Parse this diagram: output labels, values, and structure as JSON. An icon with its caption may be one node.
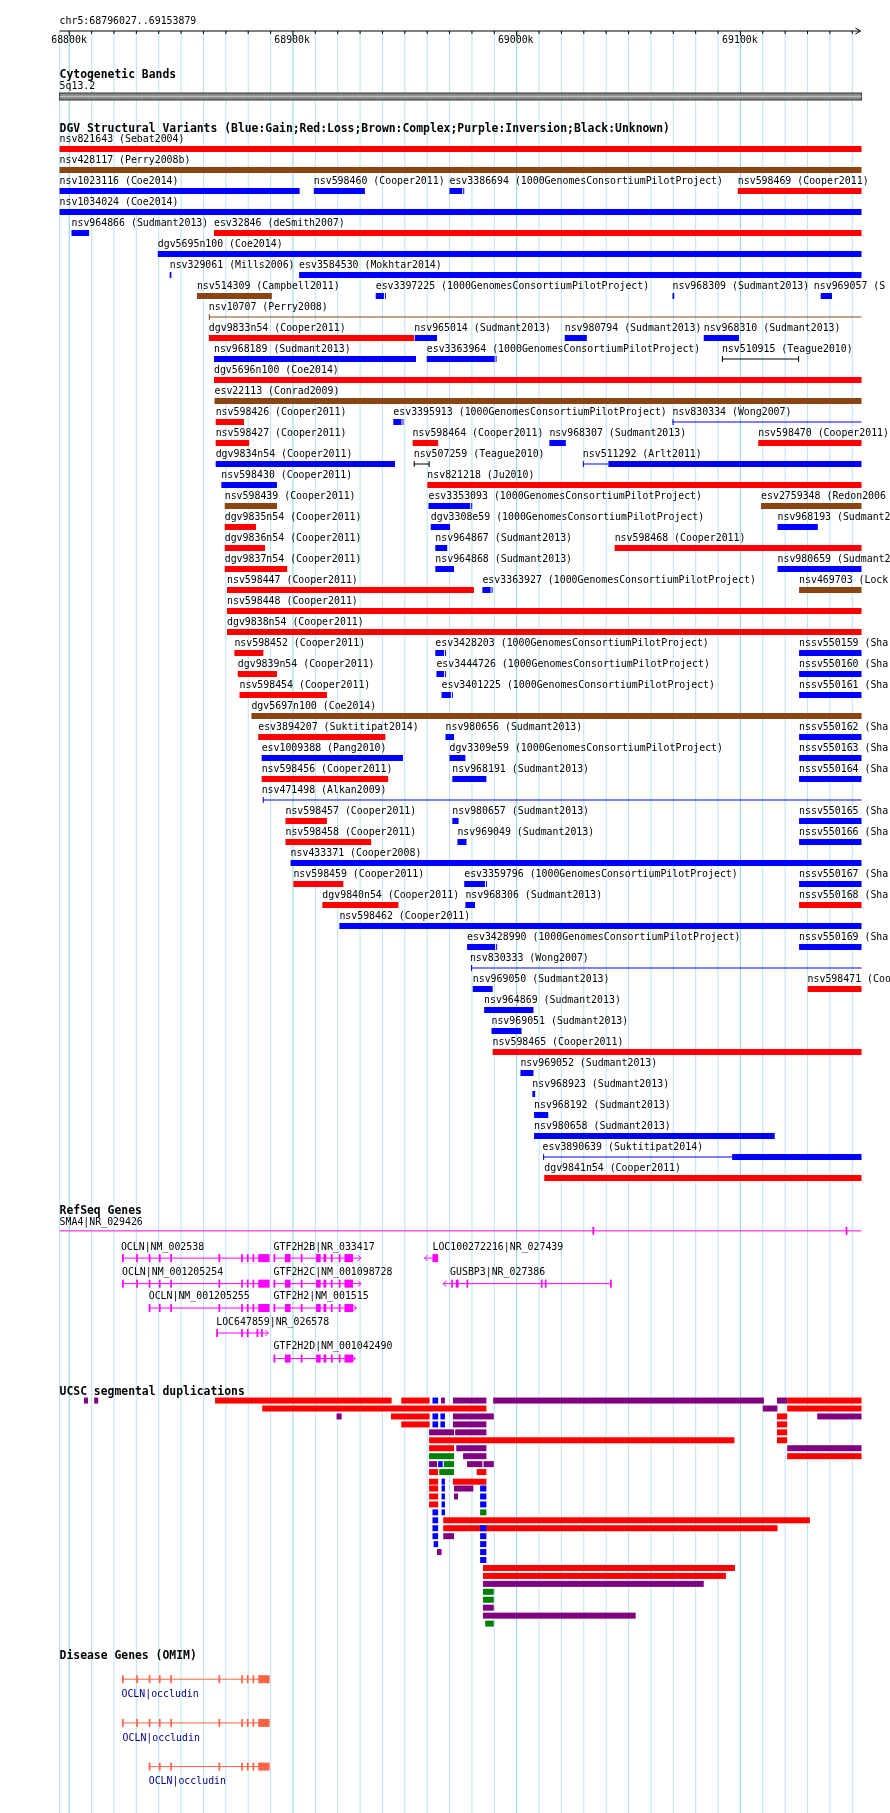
{
  "diagram": {
    "labels": [
      "chr5:68796027..69153879",
      "68800k",
      "68900k",
      "69000k",
      "69100k",
      "Cytogenetic Bands",
      "5q13.2",
      "DGV Structural Variants (Blue:Gain;Red:Loss;Brown:Complex;Purple:Inversion;Black:Unknown)",
      "nsv821643 (Sebat2004)",
      "nsv428117 (Perry2008b)",
      "nsv1023116 (Coe2014)",
      "nsv598460 (Cooper2011)",
      "esv3386694 (1000GenomesConsortiumPilotProject)",
      "nsv598469 (Cooper2011)",
      "nsv1034024 (Coe2014)",
      "nsv964866 (Sudmant2013)",
      "esv32846 (deSmith2007)",
      "dgv5695n100 (Coe2014)",
      "nsv329061 (Mills2006)",
      "esv3584530 (Mokhtar2014)",
      "nsv514309 (Campbell2011)",
      "esv3397225 (1000GenomesConsortiumPilotProject)",
      "nsv968309 (Sudmant2013)",
      "nsv969057 (S",
      "nsv10707 (Perry2008)",
      "dgv9833n54 (Cooper2011)",
      "nsv965014 (Sudmant2013)",
      "nsv980794 (Sudmant2013)",
      "nsv968310 (Sudmant2013)",
      "nsv968189 (Sudmant2013)",
      "esv3363964 (1000GenomesConsortiumPilotProject)",
      "nsv510915 (Teague2010)",
      "dgv5696n100 (Coe2014)",
      "esv22113 (Conrad2009)",
      "nsv598426 (Cooper2011)",
      "esv3395913 (1000GenomesConsortiumPilotProject)",
      "nsv830334 (Wong2007)",
      "nsv598427 (Cooper2011)",
      "nsv598464 (Cooper2011)",
      "nsv968307 (Sudmant2013)",
      "nsv598470 (Cooper2011)",
      "dgv9834n54 (Cooper2011)",
      "nsv507259 (Teague2010)",
      "nsv511292 (Arlt2011)",
      "nsv598430 (Cooper2011)",
      "nsv821218 (Ju2010)",
      "nsv598439 (Cooper2011)",
      "esv3353093 (1000GenomesConsortiumPilotProject)",
      "esv2759348 (Redon2006",
      "dgv9835n54 (Cooper2011)",
      "dgv3308e59 (1000GenomesConsortiumPilotProject)",
      "nsv968193 (Sudmant2",
      "dgv9836n54 (Cooper2011)",
      "nsv964867 (Sudmant2013)",
      "nsv598468 (Cooper2011)",
      "dgv9837n54 (Cooper2011)",
      "nsv964868 (Sudmant2013)",
      "nsv980659 (Sudmant2",
      "nsv598447 (Cooper2011)",
      "esv3363927 (1000GenomesConsortiumPilotProject)",
      "nsv469703 (Lock",
      "nsv598448 (Cooper2011)",
      "dgv9838n54 (Cooper2011)",
      "nsv598452 (Cooper2011)",
      "esv3428203 (1000GenomesConsortiumPilotProject)",
      "nssv550159 (Sha",
      "dgv9839n54 (Cooper2011)",
      "esv3444726 (1000GenomesConsortiumPilotProject)",
      "nssv550160 (Sha",
      "nsv598454 (Cooper2011)",
      "esv3401225 (1000GenomesConsortiumPilotProject)",
      "nssv550161 (Sha",
      "dgv5697n100 (Coe2014)",
      "esv3894207 (Suktitipat2014)",
      "nsv980656 (Sudmant2013)",
      "nssv550162 (Sha",
      "esv1009388 (Pang2010)",
      "dgv3309e59 (1000GenomesConsortiumPilotProject)",
      "nssv550163 (Sha",
      "nsv598456 (Cooper2011)",
      "nsv968191 (Sudmant2013)",
      "nssv550164 (Sha",
      "nsv471498 (Alkan2009)",
      "nsv598457 (Cooper2011)",
      "nsv980657 (Sudmant2013)",
      "nssv550165 (Sha",
      "nsv598458 (Cooper2011)",
      "nsv969049 (Sudmant2013)",
      "nssv550166 (Sha",
      "nsv433371 (Cooper2008)",
      "nsv598459 (Cooper2011)",
      "esv3359796 (1000GenomesConsortiumPilotProject)",
      "nssv550167 (Sha",
      "dgv9840n54 (Cooper2011)",
      "nsv968306 (Sudmant2013)",
      "nssv550168 (Sha",
      "nsv598462 (Cooper2011)",
      "esv3428990 (1000GenomesConsortiumPilotProject)",
      "nssv550169 (Sha",
      "nsv830333 (Wong2007)",
      "nsv969050 (Sudmant2013)",
      "nsv598471 (Coo",
      "nsv964869 (Sudmant2013)",
      "nsv969051 (Sudmant2013)",
      "nsv598465 (Cooper2011)",
      "nsv969052 (Sudmant2013)",
      "nsv968923 (Sudmant2013)",
      "nsv968192 (Sudmant2013)",
      "nsv980658 (Sudmant2013)",
      "esv3890639 (Suktitipat2014)",
      "dgv9841n54 (Cooper2011)",
      "RefSeq Genes",
      "SMA4|NR_029426",
      "OCLN|NM_002538",
      "GTF2H2B|NR_033417",
      "LOC100272216|NR_027439",
      "OCLN|NM_001205254",
      "GTF2H2C|NM_001098728",
      "GUSBP3|NR_027386",
      "OCLN|NM_001205255",
      "GTF2H2|NM_001515",
      "LOC647859|NR_026578",
      "GTF2H2D|NM_001042490",
      "UCSC segmental duplications",
      "Disease Genes (OMIM)",
      "OCLN|occludin",
      "OCLN|occludin",
      "OCLN|occludin"
    ]
  }
}
